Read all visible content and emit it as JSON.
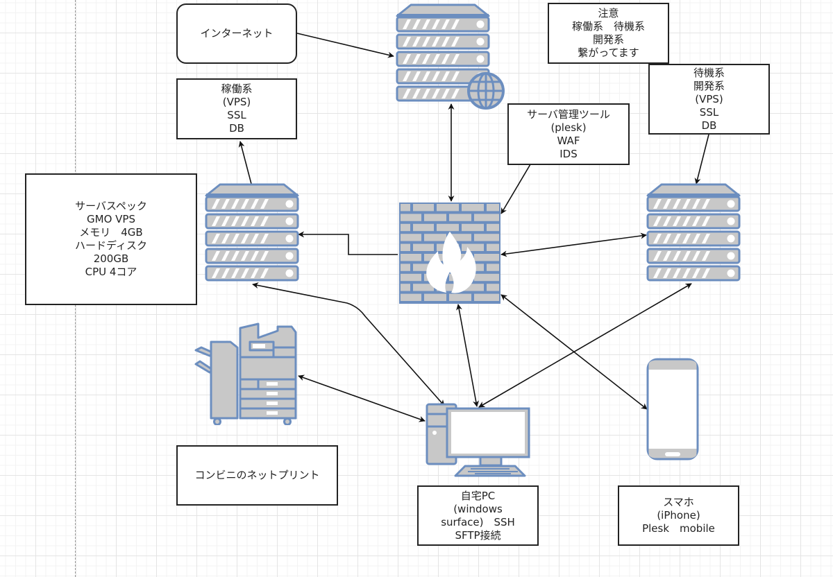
{
  "canvas": {
    "theme": {
      "shape_fill": "#c8c8c8",
      "shape_stroke": "#6c8ebf",
      "edge_color": "#111111"
    }
  },
  "nodes": {
    "internet": {
      "lines": [
        "インターネット"
      ]
    },
    "web_server": {
      "icon": "web-server-icon"
    },
    "notice": {
      "lines": [
        "注意",
        "稼働系　待機系",
        "開発系",
        "繋がってます"
      ]
    },
    "production_label": {
      "lines": [
        "稼働系",
        "(VPS)",
        "SSL",
        "DB"
      ]
    },
    "admin_tools": {
      "lines": [
        "サーバ管理ツール",
        "(plesk)",
        "WAF",
        "IDS"
      ]
    },
    "standby_label": {
      "lines": [
        "待機系",
        "開発系",
        "(VPS)",
        "SSL",
        "DB"
      ]
    },
    "server_spec": {
      "lines": [
        "サーバスペック",
        "GMO VPS",
        "メモリ　4GB",
        "ハードディスク",
        "200GB",
        "CPU 4コア"
      ]
    },
    "production_server": {
      "icon": "server-rack-icon"
    },
    "firewall": {
      "icon": "firewall-icon"
    },
    "standby_server": {
      "icon": "server-rack-icon"
    },
    "printer": {
      "icon": "multifunction-printer-icon"
    },
    "net_print_label": {
      "lines": [
        "コンビニのネットプリント"
      ]
    },
    "home_pc": {
      "icon": "desktop-pc-icon"
    },
    "home_pc_label": {
      "lines": [
        "自宅PC",
        "(windows",
        "surface)　SSH",
        "SFTP接続"
      ]
    },
    "smartphone": {
      "icon": "smartphone-icon"
    },
    "smartphone_label": {
      "lines": [
        "スマホ",
        "(iPhone)",
        "Plesk　mobile"
      ]
    }
  },
  "edges": [
    {
      "from": "internet",
      "to": "web_server",
      "direction": "to"
    },
    {
      "from": "firewall",
      "to": "web_server",
      "direction": "both"
    },
    {
      "from": "production_server",
      "to": "production_label",
      "direction": "to"
    },
    {
      "from": "admin_tools",
      "to": "firewall",
      "direction": "to"
    },
    {
      "from": "standby_label",
      "to": "standby_server",
      "direction": "to"
    },
    {
      "from": "firewall",
      "to": "production_server",
      "direction": "to"
    },
    {
      "from": "firewall",
      "to": "standby_server",
      "direction": "both"
    },
    {
      "from": "production_server",
      "to": "home_pc",
      "direction": "both"
    },
    {
      "from": "firewall",
      "to": "home_pc",
      "direction": "both"
    },
    {
      "from": "standby_server",
      "to": "home_pc",
      "direction": "both"
    },
    {
      "from": "firewall",
      "to": "smartphone",
      "direction": "both"
    },
    {
      "from": "printer",
      "to": "home_pc",
      "direction": "both"
    }
  ]
}
